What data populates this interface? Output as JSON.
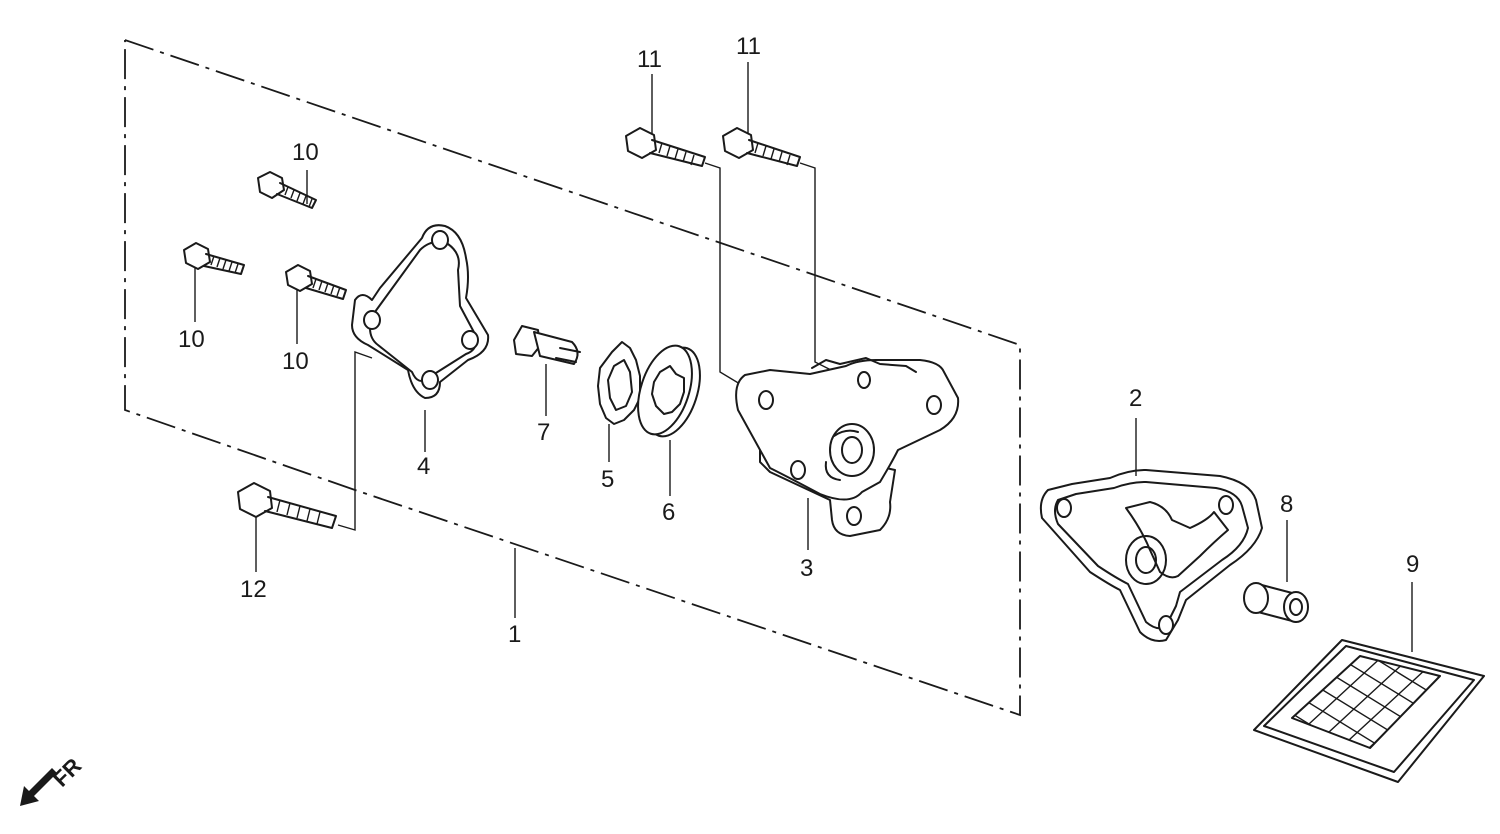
{
  "callouts": {
    "c1": "1",
    "c2": "2",
    "c3": "3",
    "c4": "4",
    "c5": "5",
    "c6": "6",
    "c7": "7",
    "c8": "8",
    "c9": "9",
    "c10a": "10",
    "c10b": "10",
    "c10c": "10",
    "c11a": "11",
    "c11b": "11",
    "c12": "12"
  },
  "direction_marker": {
    "label": "FR",
    "icon": "arrow-down-left-icon"
  },
  "colors": {
    "line": "#1a1a1a",
    "background": "#ffffff"
  }
}
